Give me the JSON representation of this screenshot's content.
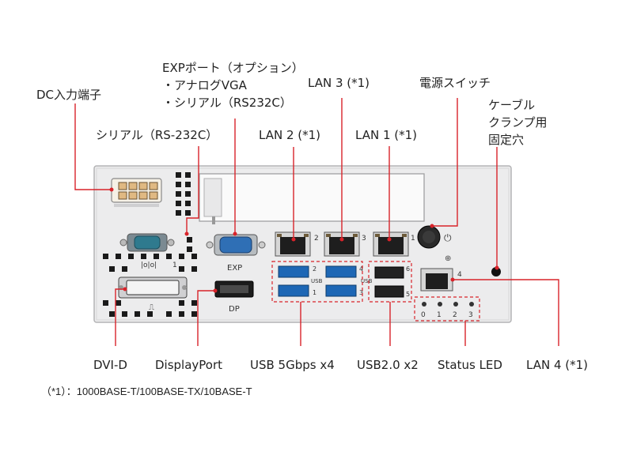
{
  "colors": {
    "callout": "#d8232a",
    "panel": "#e9e9ea",
    "panel_edge": "#b9b9bb",
    "usb3": "#1e67b5",
    "port_dark": "#222222",
    "vga": "#2f6fb5",
    "serial": "#2b6f84"
  },
  "labels": {
    "dc_input": "DC入力端子",
    "exp_port_title": "EXPポート（オプション）",
    "exp_port_analog": "・アナログVGA",
    "exp_port_serial": "・シリアル（RS232C）",
    "lan3": "LAN 3 (*1)",
    "power_switch": "電源スイッチ",
    "cable_clamp_1": "ケーブル",
    "cable_clamp_2": "クランプ用",
    "cable_clamp_3": "固定穴",
    "serial_rs232c": "シリアル（RS-232C）",
    "lan2": "LAN 2 (*1)",
    "lan1": "LAN 1 (*1)",
    "dvi_d": "DVI-D",
    "displayport": "DisplayPort",
    "usb_5gbps": "USB 5Gbps x4",
    "usb_20": "USB2.0 x2",
    "status_led": "Status LED",
    "lan4": "LAN 4 (*1)"
  },
  "footnote": "（*1）：1000BASE-T/100BASE-TX/10BASE-T",
  "panel_marks": {
    "exp": "EXP",
    "dp": "DP",
    "usb": "USB",
    "serial_num": "1",
    "lan_nums": [
      "2",
      "3",
      "1",
      "4"
    ],
    "usb3_nums": [
      "2",
      "4",
      "1",
      "3"
    ],
    "usb2_nums": [
      "6",
      "5"
    ],
    "led_nums": [
      "0",
      "1",
      "2",
      "3"
    ]
  }
}
